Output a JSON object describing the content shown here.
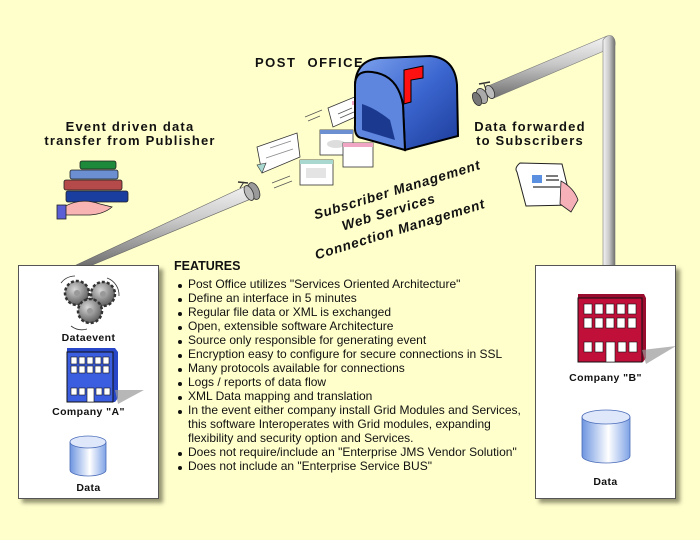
{
  "diagram": {
    "title": "POST OFFICE",
    "publisher_caption": [
      "Event driven data",
      "transfer from Publisher"
    ],
    "subscriber_caption": [
      "Data forwarded",
      "to Subscribers"
    ],
    "services": [
      "Subscriber Management",
      "Web Services",
      "Connection Management"
    ],
    "left_box": {
      "items": [
        {
          "icon": "gears-icon",
          "label": "Dataevent"
        },
        {
          "icon": "building-icon",
          "label": "Company \"A\"",
          "color": "#3B5EE0"
        },
        {
          "icon": "database-icon",
          "label": "Data"
        }
      ]
    },
    "right_box": {
      "items": [
        {
          "icon": "building-icon",
          "label": "Company \"B\"",
          "color": "#C0103A"
        },
        {
          "icon": "database-icon",
          "label": "Data"
        }
      ]
    },
    "features": {
      "heading": "FEATURES",
      "items": [
        "Post Office utilizes \"Services Oriented Architecture\"",
        "Define an interface in 5 minutes",
        "Regular file data or XML is exchanged",
        "Open, extensible software Architecture",
        "Source only responsible for generating event",
        "Encryption  easy to configure for secure connections in SSL",
        "Many protocols available for connections",
        "Logs / reports of data flow",
        "XML Data mapping and translation",
        "In the event either company install Grid Modules and Services, this software Interoperates with Grid modules, expanding flexibility and security option and Services.",
        "Does not require/include an \"Enterprise JMS Vendor Solution\"",
        "Does not include an \"Enterprise Service BUS\""
      ]
    },
    "colors": {
      "background": "#FFFFCC",
      "mailbox": "#2F5FC8",
      "flag": "#FF0000",
      "pipe": "#B8B8B8"
    }
  }
}
